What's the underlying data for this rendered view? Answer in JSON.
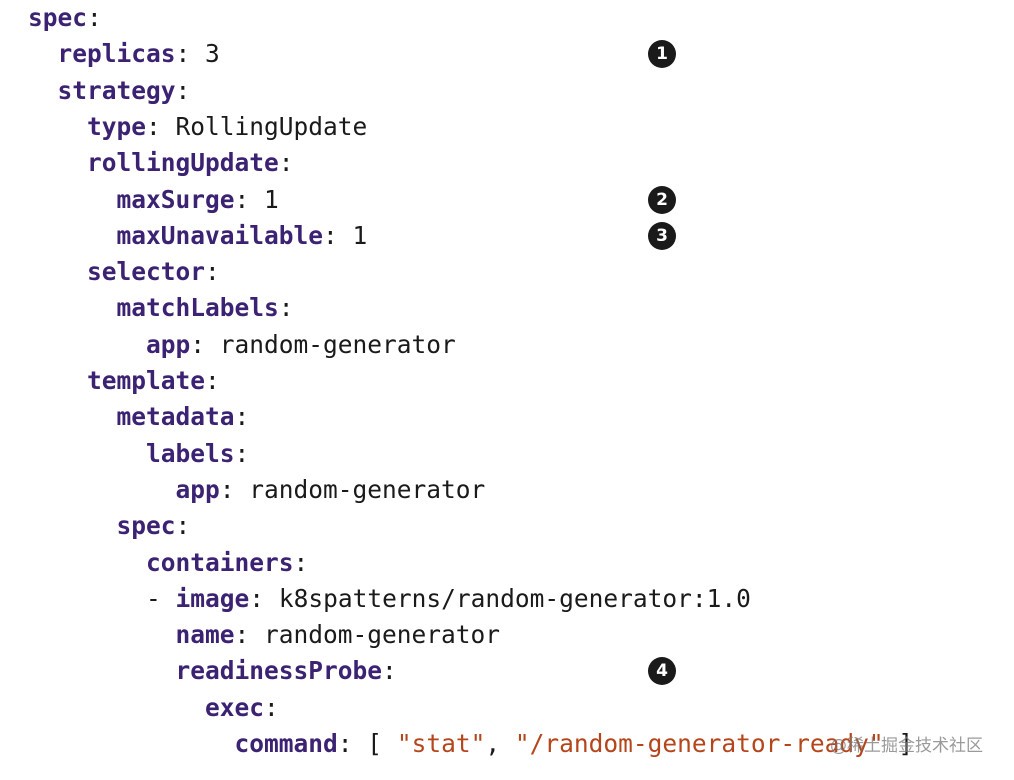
{
  "code_lines": [
    {
      "indent": 0,
      "prefix": "",
      "key": "spec",
      "value": "",
      "callout": ""
    },
    {
      "indent": 1,
      "prefix": "",
      "key": "replicas",
      "value": "3",
      "callout": "1"
    },
    {
      "indent": 1,
      "prefix": "",
      "key": "strategy",
      "value": "",
      "callout": ""
    },
    {
      "indent": 2,
      "prefix": "",
      "key": "type",
      "value": "RollingUpdate",
      "callout": ""
    },
    {
      "indent": 2,
      "prefix": "",
      "key": "rollingUpdate",
      "value": "",
      "callout": ""
    },
    {
      "indent": 3,
      "prefix": "",
      "key": "maxSurge",
      "value": "1",
      "callout": "2"
    },
    {
      "indent": 3,
      "prefix": "",
      "key": "maxUnavailable",
      "value": "1",
      "callout": "3"
    },
    {
      "indent": 2,
      "prefix": "",
      "key": "selector",
      "value": "",
      "callout": ""
    },
    {
      "indent": 3,
      "prefix": "",
      "key": "matchLabels",
      "value": "",
      "callout": ""
    },
    {
      "indent": 4,
      "prefix": "",
      "key": "app",
      "value": "random-generator",
      "callout": ""
    },
    {
      "indent": 2,
      "prefix": "",
      "key": "template",
      "value": "",
      "callout": ""
    },
    {
      "indent": 3,
      "prefix": "",
      "key": "metadata",
      "value": "",
      "callout": ""
    },
    {
      "indent": 4,
      "prefix": "",
      "key": "labels",
      "value": "",
      "callout": ""
    },
    {
      "indent": 5,
      "prefix": "",
      "key": "app",
      "value": "random-generator",
      "callout": ""
    },
    {
      "indent": 3,
      "prefix": "",
      "key": "spec",
      "value": "",
      "callout": ""
    },
    {
      "indent": 4,
      "prefix": "",
      "key": "containers",
      "value": "",
      "callout": ""
    },
    {
      "indent": 4,
      "prefix": "- ",
      "key": "image",
      "value": "k8spatterns/random-generator:1.0",
      "callout": ""
    },
    {
      "indent": 5,
      "prefix": "",
      "key": "name",
      "value": "random-generator",
      "callout": ""
    },
    {
      "indent": 5,
      "prefix": "",
      "key": "readinessProbe",
      "value": "",
      "callout": "4"
    },
    {
      "indent": 6,
      "prefix": "",
      "key": "exec",
      "value": "",
      "callout": ""
    },
    {
      "indent": 7,
      "prefix": "",
      "key": "command",
      "value": "",
      "array": [
        "\"stat\"",
        "\"/random-generator-ready\""
      ],
      "callout": ""
    }
  ],
  "watermark": "@稀土掘金技术社区"
}
